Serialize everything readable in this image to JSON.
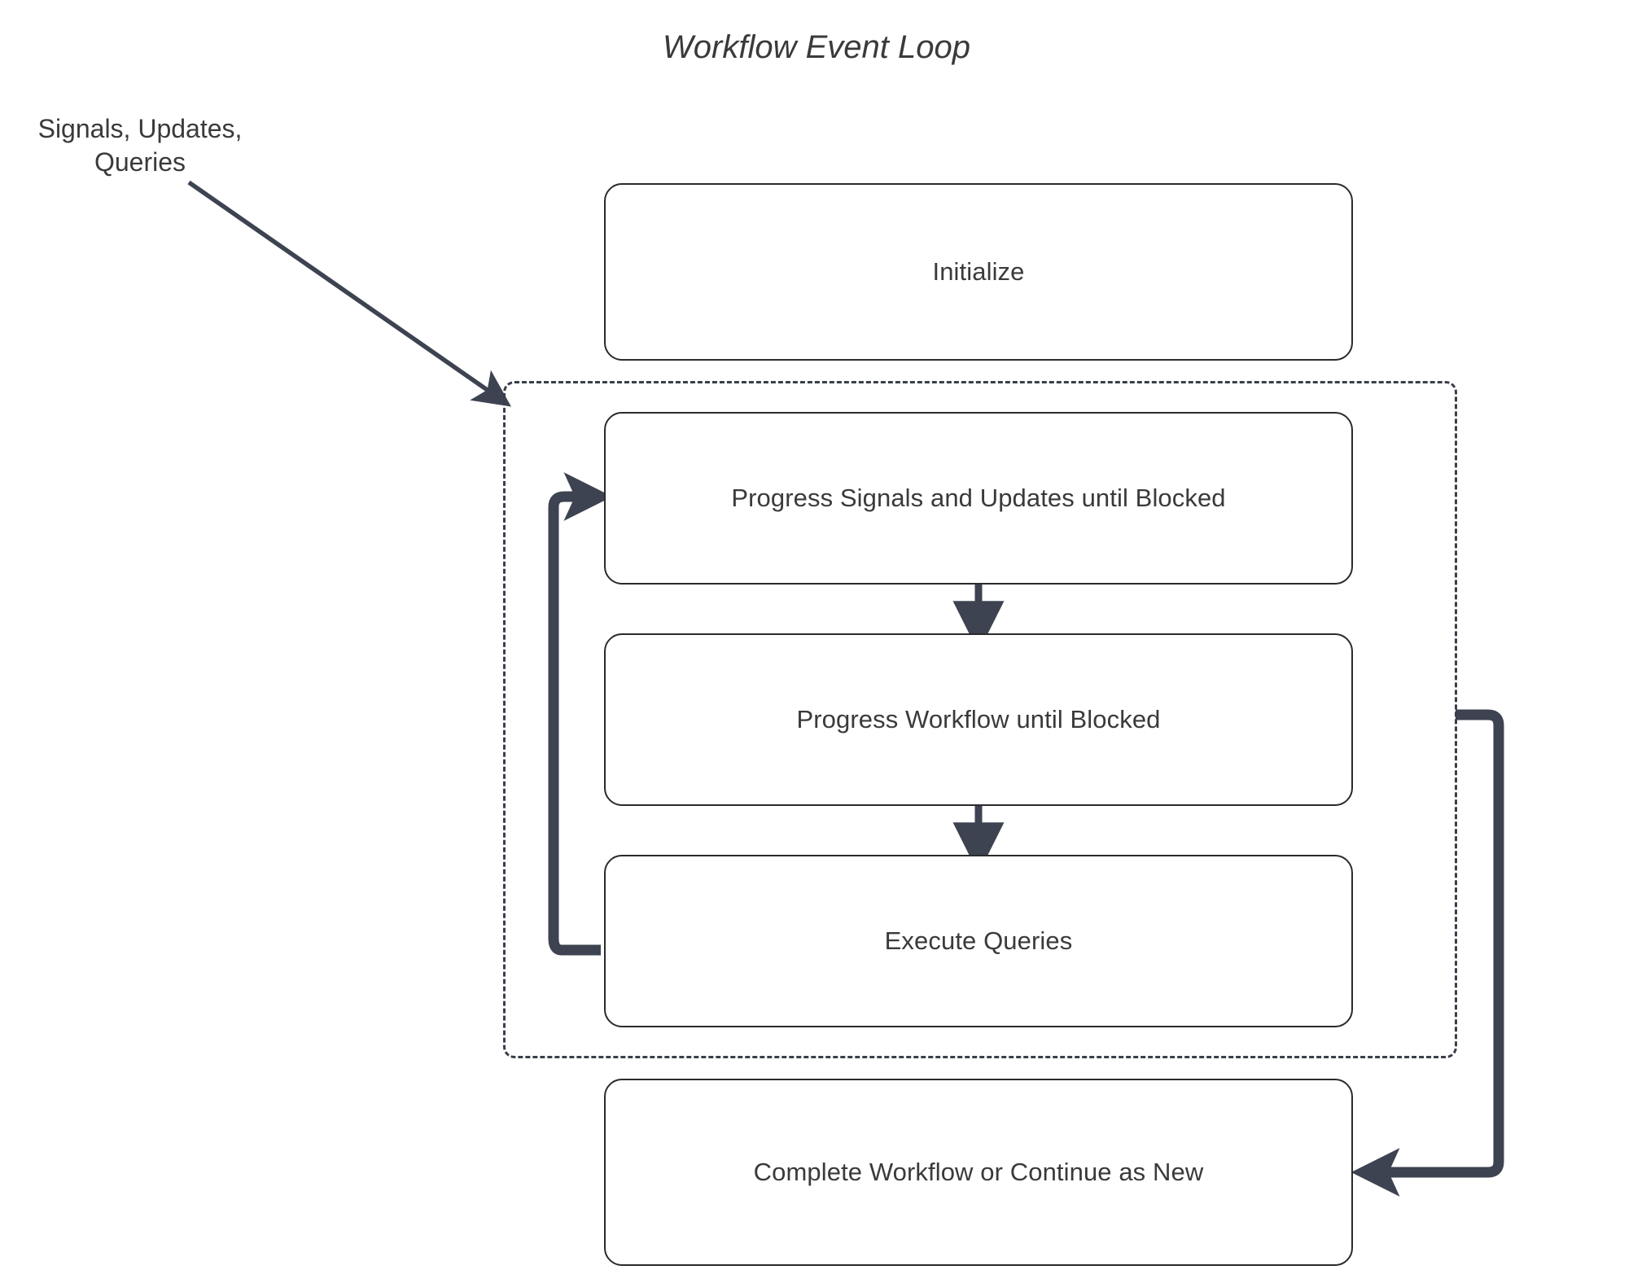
{
  "diagram": {
    "title": "Workflow Event Loop",
    "type": "flowchart",
    "colors": {
      "connector": "#3d4350",
      "node_border": "#2b2b2b",
      "node_fill": "#ffffff",
      "group_border": "#3a3f4b",
      "text": "#3a3a3a",
      "background": "#ffffff"
    }
  },
  "labels": {
    "external_input_line1": "Signals, Updates,",
    "external_input_line2": "Queries"
  },
  "nodes": [
    {
      "id": "initialize",
      "label": "Initialize"
    },
    {
      "id": "progress-signals",
      "label": "Progress Signals and Updates until Blocked"
    },
    {
      "id": "progress-workflow",
      "label": "Progress Workflow until Blocked"
    },
    {
      "id": "execute-queries",
      "label": "Execute Queries"
    },
    {
      "id": "complete-workflow",
      "label": "Complete Workflow or Continue as New"
    }
  ],
  "group": {
    "id": "event-loop-group",
    "label": "",
    "style": "dashed"
  },
  "edges": [
    {
      "from": "external-input",
      "to": "event-loop-group",
      "style": "solid-thin-diagonal"
    },
    {
      "from": "progress-signals",
      "to": "progress-workflow",
      "style": "solid-arrow-down"
    },
    {
      "from": "progress-workflow",
      "to": "execute-queries",
      "style": "solid-arrow-down"
    },
    {
      "from": "execute-queries",
      "to": "progress-signals",
      "style": "loop-left-thick"
    },
    {
      "from": "event-loop-group",
      "to": "complete-workflow",
      "style": "loop-right-thick"
    }
  ]
}
